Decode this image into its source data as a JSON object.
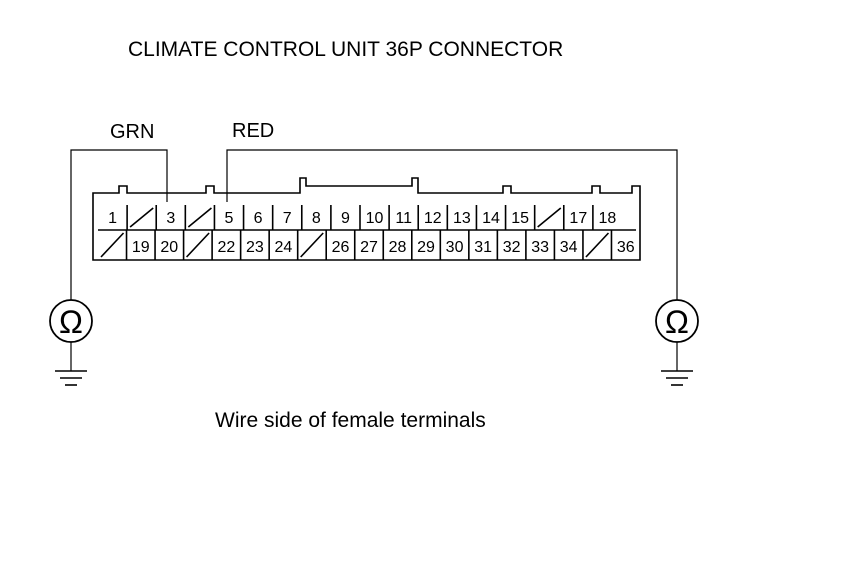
{
  "title": "CLIMATE CONTROL UNIT 36P CONNECTOR",
  "caption": "Wire side of female terminals",
  "wire_labels": {
    "left": "GRN",
    "right": "RED"
  },
  "meter_symbol": "Ω",
  "connector": {
    "top_row": [
      "1",
      "",
      "3",
      "",
      "5",
      "6",
      "7",
      "8",
      "9",
      "10",
      "11",
      "12",
      "13",
      "14",
      "15",
      "",
      "17",
      "18"
    ],
    "bottom_row": [
      "",
      "19",
      "20",
      "",
      "22",
      "23",
      "24",
      "",
      "26",
      "27",
      "28",
      "29",
      "30",
      "31",
      "32",
      "33",
      "34",
      "",
      "36"
    ]
  },
  "icons": [
    "ohmmeter-icon",
    "ground-icon"
  ]
}
